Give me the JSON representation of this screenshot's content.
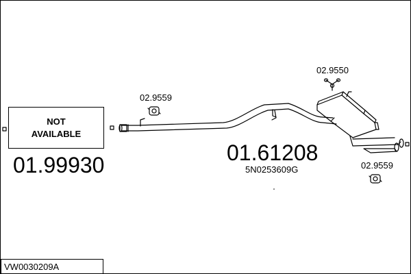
{
  "parts": {
    "not_available": {
      "label": "NOT\nAVAILABLE",
      "part_number": "01.99930"
    },
    "middle_pipe": {
      "part_number": "01.61208",
      "oem_number": "5N0253609G"
    },
    "hanger_left": {
      "part_number": "02.9559",
      "icon": "rubber-mount-icon"
    },
    "hanger_top_right": {
      "part_number": "02.9550",
      "icon": "bracket-icon"
    },
    "hanger_bottom_right": {
      "part_number": "02.9559",
      "icon": "rubber-mount-icon"
    }
  },
  "reference": {
    "code": "VW0030209A"
  },
  "colors": {
    "line": "#000000",
    "background": "#ffffff"
  }
}
